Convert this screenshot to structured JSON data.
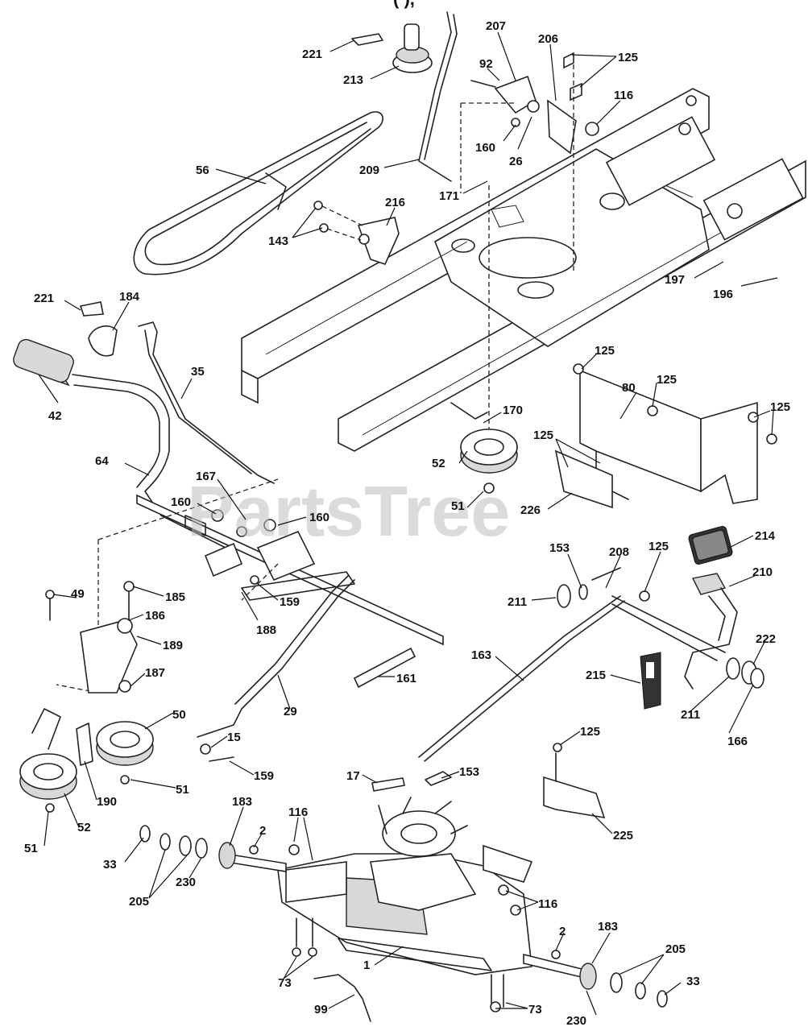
{
  "header_fragment": "( ),",
  "watermark": "PartsTree",
  "callouts": {
    "p221a": "221",
    "p213": "213",
    "p92": "92",
    "p207": "207",
    "p206": "206",
    "p125a": "125",
    "p116a": "116",
    "p160a": "160",
    "p26": "26",
    "p56": "56",
    "p209": "209",
    "p171": "171",
    "p216": "216",
    "p143": "143",
    "p197": "197",
    "p196": "196",
    "p221b": "221",
    "p184": "184",
    "p35": "35",
    "p42": "42",
    "p125b": "125",
    "p125c": "125",
    "p80": "80",
    "p125d": "125",
    "p170": "170",
    "p125e": "125",
    "p52a": "52",
    "p64": "64",
    "p51a": "51",
    "p226": "226",
    "p167": "167",
    "p160b": "160",
    "p160c": "160",
    "p214": "214",
    "p153a": "153",
    "p208": "208",
    "p125f": "125",
    "p210": "210",
    "p211a": "211",
    "p49": "49",
    "p185": "185",
    "p188": "188",
    "p159a": "159",
    "p186": "186",
    "p189": "189",
    "p163": "163",
    "p222": "222",
    "p187": "187",
    "p161": "161",
    "p215": "215",
    "p211b": "211",
    "p50": "50",
    "p29": "29",
    "p166": "166",
    "p15": "15",
    "p125g": "125",
    "p159b": "159",
    "p17": "17",
    "p153b": "153",
    "p51b": "51",
    "p190": "190",
    "p52b": "52",
    "p225": "225",
    "p183a": "183",
    "p51c": "51",
    "p116b": "116",
    "p2a": "2",
    "p33a": "33",
    "p205a": "205",
    "p230a": "230",
    "p116c": "116",
    "p2b": "2",
    "p183b": "183",
    "p205b": "205",
    "p1": "1",
    "p73a": "73",
    "p33b": "33",
    "p99": "99",
    "p73b": "73",
    "p230b": "230"
  }
}
